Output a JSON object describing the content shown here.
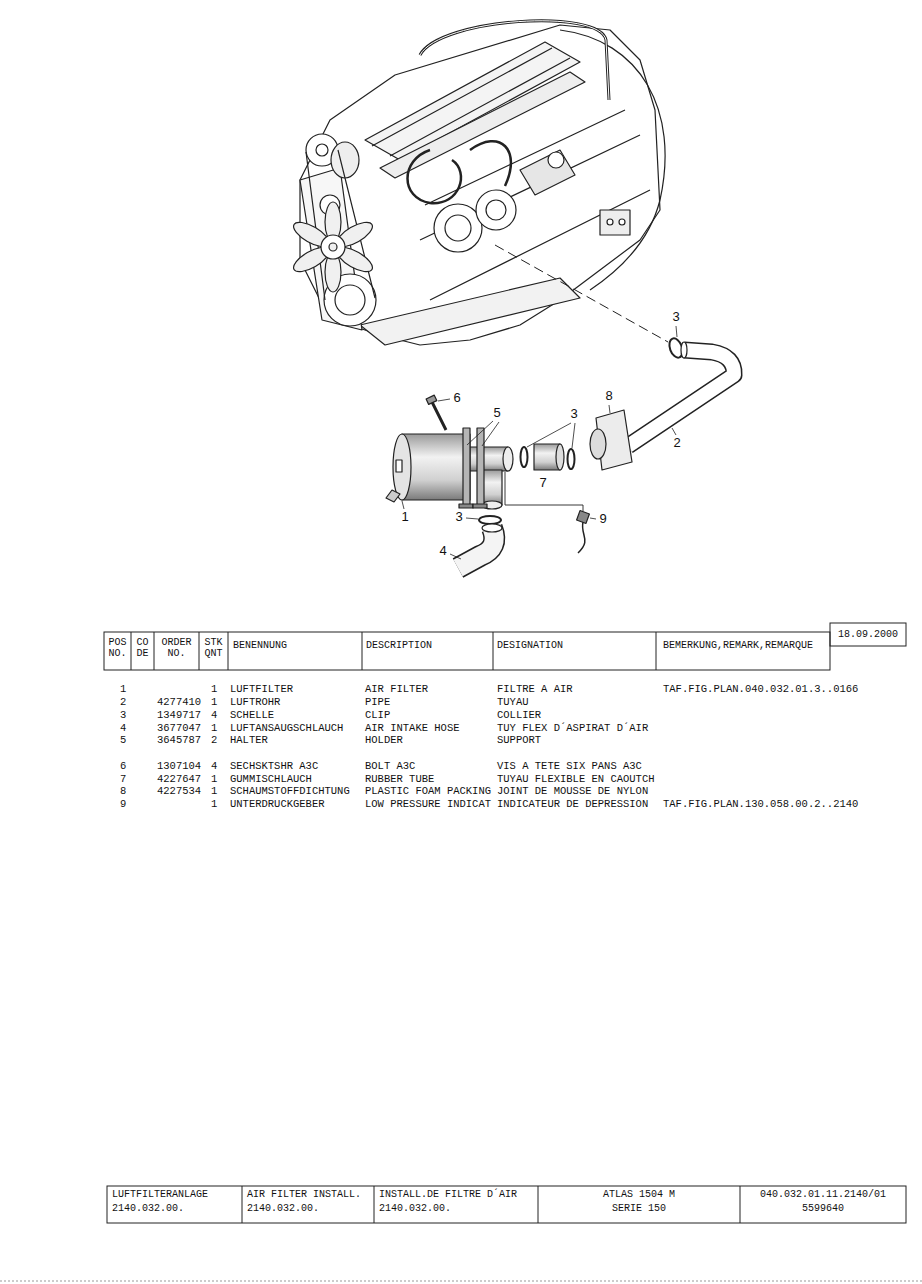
{
  "diagram": {
    "labels": [
      "3",
      "8",
      "6",
      "5",
      "3",
      "2",
      "7",
      "1",
      "3",
      "9",
      "4",
      "POS NO.",
      "CO DE",
      "ORDER NO.",
      "STK QNT",
      "BENENNUNG",
      "DESCRIPTION",
      "DESIGNATION",
      "BEMERKUNG,REMARK,REMARQUE",
      "18.09.2000",
      "1",
      "1",
      "LUFTFILTER",
      "AIR FILTER",
      "FILTRE A AIR",
      "TAF.FIG.PLAN.040.032.01.3..0166",
      "2",
      "4277410",
      "1",
      "LUFTROHR",
      "PIPE",
      "TUYAU",
      "3",
      "1349717",
      "4",
      "SCHELLE",
      "CLIP",
      "COLLIER",
      "4",
      "3677047",
      "1",
      "LUFTANSAUGSCHLAUCH",
      "AIR INTAKE HOSE",
      "TUY FLEX D´ASPIRAT D´AIR",
      "5",
      "3645787",
      "2",
      "HALTER",
      "HOLDER",
      "SUPPORT",
      "6",
      "1307104",
      "4",
      "SECHSKTSHR A3C",
      "BOLT A3C",
      "VIS A TETE SIX PANS A3C",
      "7",
      "4227647",
      "1",
      "GUMMISCHLAUCH",
      "RUBBER TUBE",
      "TUYAU FLEXIBLE EN CAOUTCH",
      "8",
      "4227534",
      "1",
      "SCHAUMSTOFFDICHTUNG",
      "PLASTIC FOAM PACKING",
      "JOINT DE MOUSSE DE NYLON",
      "9",
      "1",
      "UNTERDRUCKGEBER",
      "LOW PRESSURE INDICAT",
      "INDICATEUR DE DEPRESSION",
      "TAF.FIG.PLAN.130.058.00.2..2140",
      "LUFTFILTERANLAGE",
      "2140.032.00.",
      "AIR FILTER INSTALL.",
      "2140.032.00.",
      "INSTALL.DE FILTRE D´AIR",
      "2140.032.00.",
      "ATLAS 1504 M",
      "SERIE 150",
      "040.032.01.11.2140/01",
      "5599640"
    ]
  }
}
